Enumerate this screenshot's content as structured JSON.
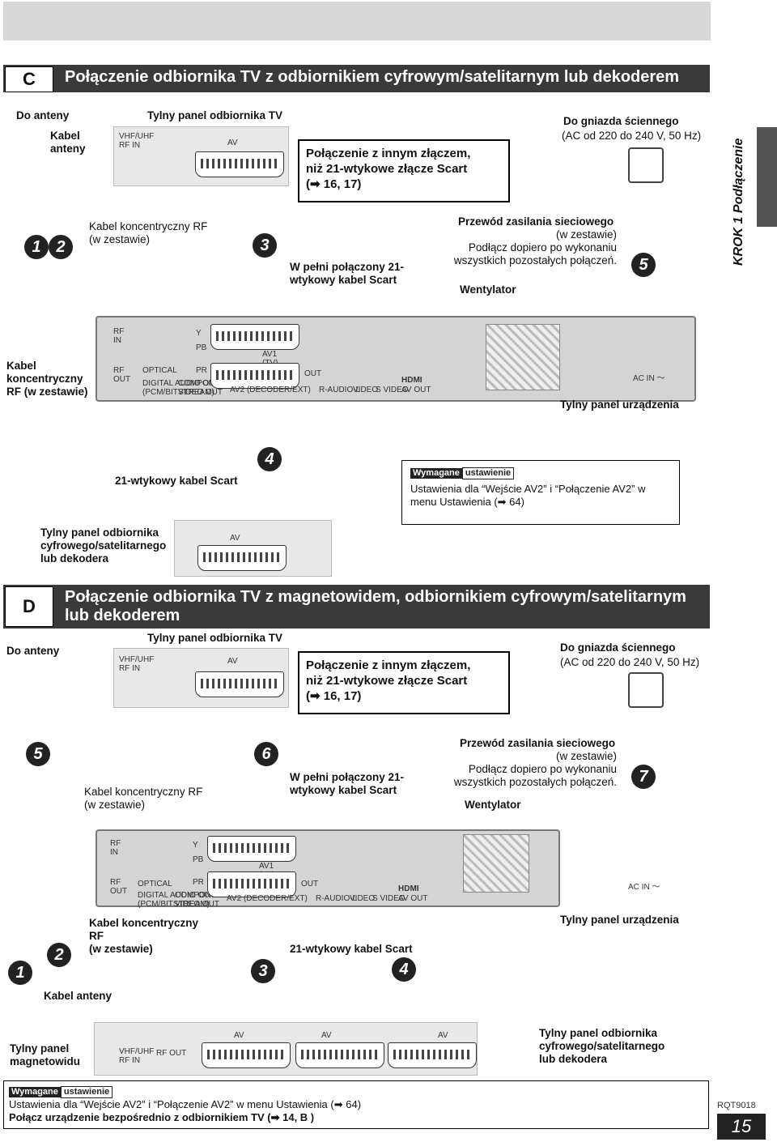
{
  "sectionC": {
    "letter": "C",
    "title": "Połączenie odbiornika TV z odbiornikiem cyfrowym/satelitarnym lub dekoderem",
    "to_antenna": "Do anteny",
    "antenna_cable": "Kabel\nanteny",
    "tv_rear_panel": "Tylny panel odbiornika TV",
    "vhf": "VHF/UHF\nRF IN",
    "av": "AV",
    "callout": "Połączenie z innym złączem,\nniż 21-wtykowe złącze Scart\n(➡ 16, 17)",
    "wall_socket_title": "Do gniazda ściennego",
    "wall_socket_spec": "(AC od 220 do 240 V, 50 Hz)",
    "rf_cable": "Kabel koncentryczny RF\n(w zestawie)",
    "full_scart": "W pełni połączony 21-\nwtykowy kabel Scart",
    "power_cord": "Przewód zasilania sieciowego",
    "power_cord_note": "(w zestawie)\nPodłącz dopiero po wykonaniu\nwszystkich pozostałych połączeń.",
    "fan": "Wentylator",
    "rf_cable_left": "Kabel\nkoncentryczny\nRF (w zestawie)",
    "unit_rear_panel": "Tylny panel urządzenia",
    "scart21": "21-wtykowy kabel Scart",
    "required_tag_a": "Wymagane",
    "required_tag_b": "ustawienie",
    "required_text": "Ustawienia dla “Wejście AV2” i “Połączenie AV2” w\nmenu Ustawienia (➡ 64)",
    "decoder_panel": "Tylny panel odbiornika\ncyfrowego/satelitarnego\nlub dekodera",
    "steps": [
      "1",
      "2",
      "3",
      "4",
      "5"
    ]
  },
  "sectionD": {
    "letter": "D",
    "title": "Połączenie odbiornika TV z magnetowidem, odbiornikiem cyfrowym/satelitarnym\nlub dekoderem",
    "to_antenna": "Do anteny",
    "tv_rear_panel": "Tylny panel odbiornika TV",
    "vhf": "VHF/UHF\nRF IN",
    "av": "AV",
    "callout": "Połączenie z innym złączem,\nniż 21-wtykowe złącze Scart\n(➡ 16, 17)",
    "wall_socket_title": "Do gniazda ściennego",
    "wall_socket_spec": "(AC od 220 do 240 V, 50 Hz)",
    "rf_cable": "Kabel koncentryczny RF\n(w zestawie)",
    "full_scart": "W pełni połączony 21-\nwtykowy kabel Scart",
    "power_cord": "Przewód zasilania sieciowego",
    "power_cord_note": "(w zestawie)\nPodłącz dopiero po wykonaniu\nwszystkich pozostałych połączeń.",
    "fan": "Wentylator",
    "rf_cable2": "Kabel koncentryczny\nRF\n(w zestawie)",
    "unit_rear_panel": "Tylny panel urządzenia",
    "scart21": "21-wtykowy kabel Scart",
    "antenna_cable": "Kabel anteny",
    "vcr_panel": "Tylny panel\nmagnetowidu",
    "rf_out": "RF OUT",
    "decoder_panel": "Tylny panel odbiornika\ncyfrowego/satelitarnego\nlub dekodera",
    "steps": [
      "1",
      "2",
      "3",
      "4",
      "5",
      "6",
      "7"
    ]
  },
  "unit_panel": {
    "rf_in": "RF\nIN",
    "rf_out": "RF\nOUT",
    "optical": "OPTICAL",
    "digital_audio": "DIGITAL AUDIO OUT\n(PCM/BITSTREAM)",
    "component": "COMPONENT\nVIDEO OUT",
    "y": "Y",
    "pb": "PB",
    "pr": "PR",
    "av1": "AV1\n(TV)",
    "av2": "AV2  (DECODER/EXT)",
    "out": "OUT",
    "r_audio_l": "R-AUDIO-L",
    "video": "VIDEO",
    "svideo": "S VIDEO",
    "hdmi": "HDMI",
    "av_out": "AV OUT",
    "ac_in": "AC IN ～"
  },
  "footer": {
    "tag_a": "Wymagane",
    "tag_b": "ustawienie",
    "line1": "Ustawienia dla “Wejście AV2” i “Połączenie AV2” w menu Ustawienia (➡ 64)",
    "line2": "Połącz urządzenie bezpośrednio z odbiornikiem TV (➡ 14, B )",
    "model": "RQT9018",
    "page": "15"
  },
  "side_tab": "KROK 1 Podłączenie"
}
